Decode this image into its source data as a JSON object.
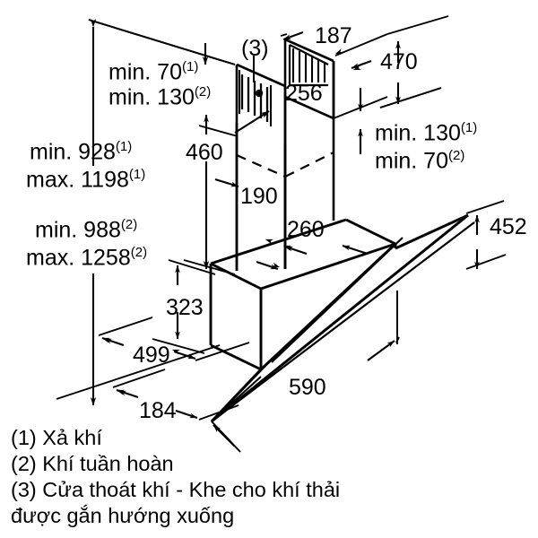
{
  "diagram": {
    "type": "technical-dimension-drawing",
    "subject": "Inclined glass wall-mounted cooker hood (isometric installation drawing)",
    "units": "mm",
    "line_color": "#000000",
    "background_color": "#ffffff"
  },
  "dimensions": {
    "clearance_top_1": {
      "prefix": "min.",
      "value": "70",
      "note_ref": "(1)"
    },
    "clearance_top_2": {
      "prefix": "min.",
      "value": "130",
      "note_ref": "(2)"
    },
    "total_height_min_1": {
      "prefix": "min.",
      "value": "928",
      "note_ref": "(1)"
    },
    "total_height_max_1": {
      "prefix": "max.",
      "value": "1198",
      "note_ref": "(1)"
    },
    "total_height_min_2": {
      "prefix": "min.",
      "value": "988",
      "note_ref": "(2)"
    },
    "total_height_max_2": {
      "prefix": "max.",
      "value": "1258",
      "note_ref": "(2)"
    },
    "chimney_height": "460",
    "chimney_width_front": "190",
    "chimney_depth": "260",
    "chimney_top_depth": "187",
    "chimney_top_height": "256",
    "upper_section_height": "470",
    "right_clearance_1": {
      "prefix": "min.",
      "value": "130",
      "note_ref": "(1)"
    },
    "right_clearance_2": {
      "prefix": "min.",
      "value": "70",
      "note_ref": "(2)"
    },
    "body_height": "323",
    "body_depth": "499",
    "body_front_offset": "184",
    "hood_width": "590",
    "glass_panel_height": "452",
    "vent_callout": "(3)"
  },
  "labels": {
    "min70": "min. 70",
    "min130_a": "min. 130",
    "min928": "min. 928",
    "max1198": "max. 1198",
    "min988": "min. 988",
    "max1258": "max. 1258",
    "min130_b": "min. 130",
    "min70_b": "min. 70",
    "d460": "460",
    "d190": "190",
    "d260": "260",
    "d187": "187",
    "d256": "256",
    "d470": "470",
    "d323": "323",
    "d499": "499",
    "d184": "184",
    "d590": "590",
    "d452": "452",
    "sup1": "(1)",
    "sup2": "(2)",
    "callout3": "(3)"
  },
  "legend": {
    "items": [
      "(1) Xả khí",
      "(2) Khí tuần hoàn",
      "(3) Cửa thoát khí - Khe cho khí thải",
      "được gắn hướng xuống"
    ]
  }
}
